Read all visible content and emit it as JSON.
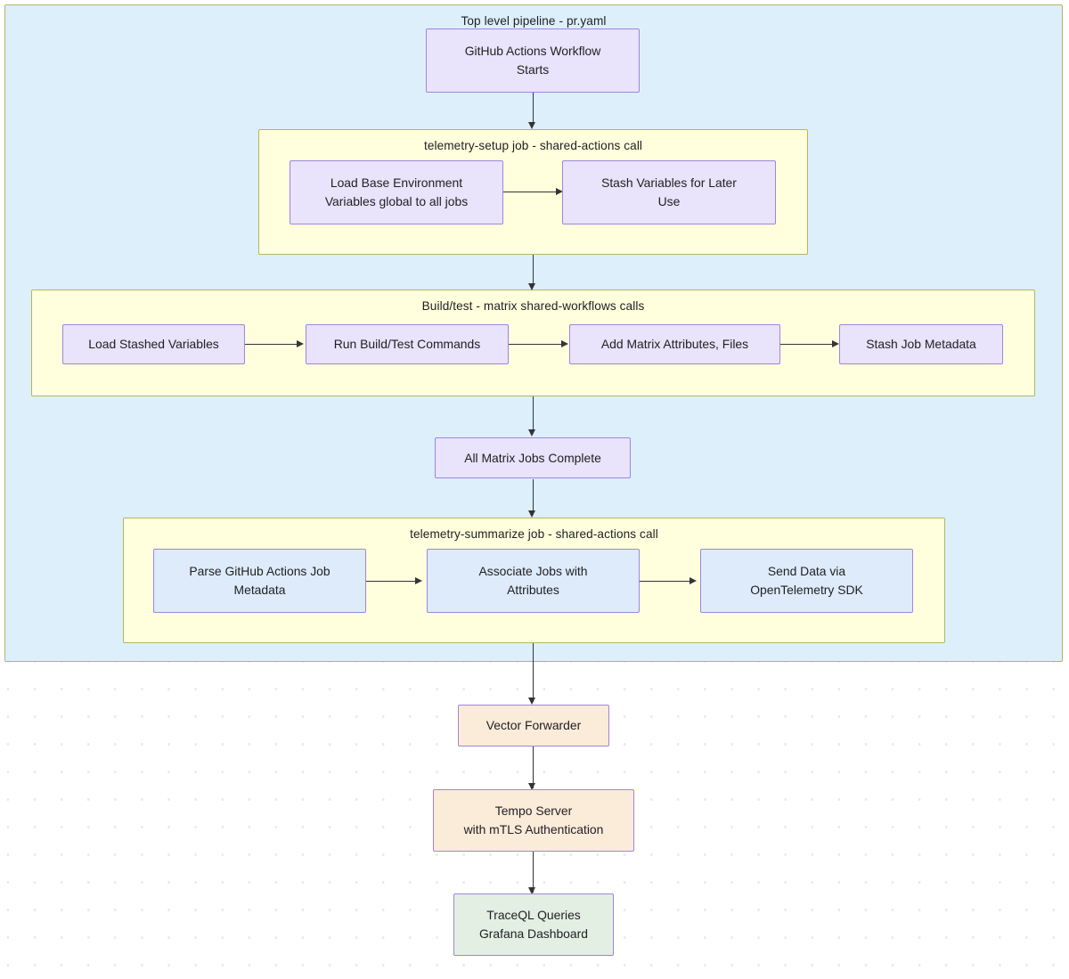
{
  "diagram": {
    "title_visible": false,
    "colors": {
      "outer_subgraph_fill": "#ddeffb",
      "inner_subgraph_fill": "#ffffdd",
      "subgraph_border": "#b2b663",
      "node_border": "#9d86e0",
      "node_lavender_fill": "#e9e3fb",
      "node_blue_fill": "#ddebfa",
      "node_peach_fill": "#fbebd9",
      "node_green_fill": "#e2efe2",
      "edge_stroke": "#333338",
      "background": "#ffffff"
    },
    "subgraphs": [
      {
        "id": "top-level",
        "label": "Top level pipeline - pr.yaml"
      },
      {
        "id": "telemetry-setup",
        "label": "telemetry-setup job - shared-actions call"
      },
      {
        "id": "build-test",
        "label": "Build/test - matrix shared-workflows calls"
      },
      {
        "id": "telemetry-summarize",
        "label": "telemetry-summarize job - shared-actions call"
      }
    ],
    "nodes": {
      "workflow_start": "GitHub Actions Workflow\nStarts",
      "load_base_env": "Load Base Environment\nVariables global to all jobs",
      "stash_vars": "Stash Variables for Later\nUse",
      "load_stashed_vars": "Load Stashed Variables",
      "run_build_test": "Run Build/Test Commands",
      "add_matrix_attrs": "Add Matrix Attributes, Files",
      "stash_job_metadata": "Stash Job Metadata",
      "all_matrix_complete": "All Matrix Jobs Complete",
      "parse_job_metadata": "Parse GitHub Actions Job\nMetadata",
      "associate_jobs": "Associate Jobs with\nAttributes",
      "send_data_otel": "Send Data via\nOpenTelemetry SDK",
      "vector_forwarder": "Vector Forwarder",
      "tempo_server": "Tempo Server\nwith mTLS Authentication",
      "traceql_grafana": "TraceQL Queries\nGrafana Dashboard"
    }
  }
}
